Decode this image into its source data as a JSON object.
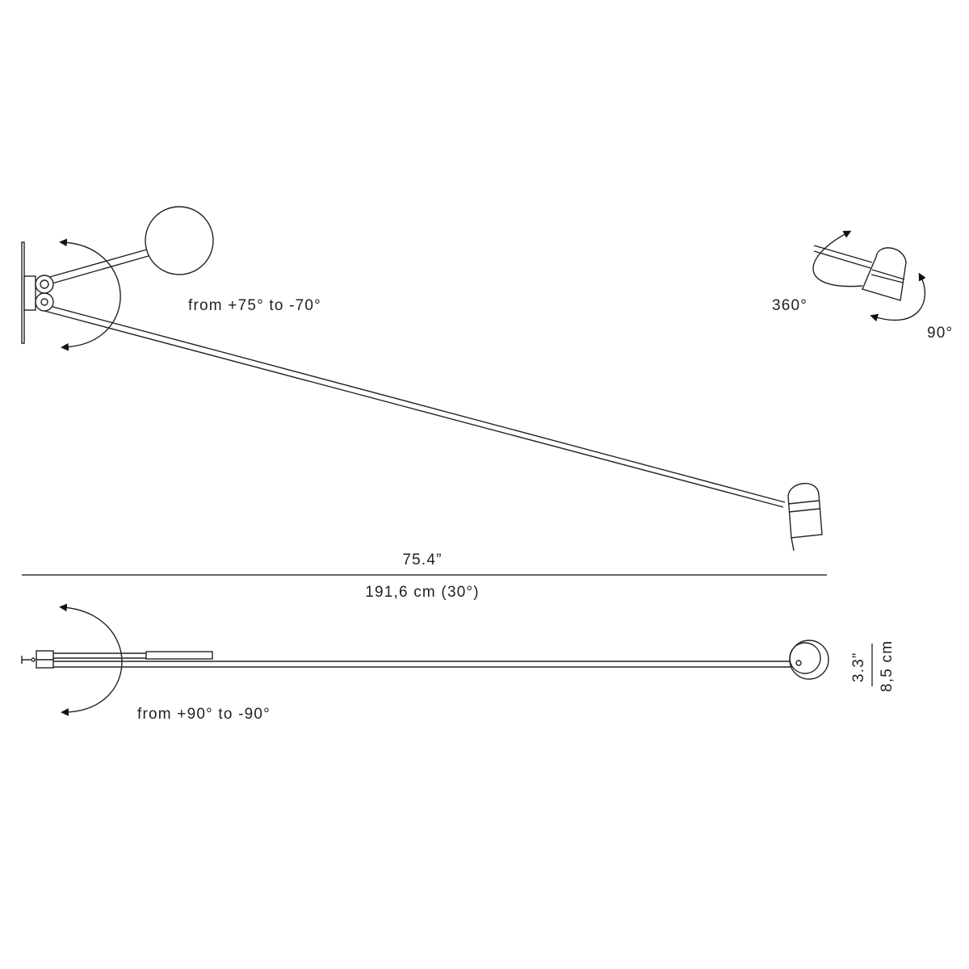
{
  "colors": {
    "line": "#222222",
    "background": "#ffffff"
  },
  "top_view": {
    "arm_rotation_label": "from +75° to -70°",
    "head_rotation_label": "360°",
    "head_tilt_label": "90°"
  },
  "dimensions": {
    "length_in": "75.4”",
    "length_cm": "191,6 cm (30°)",
    "head_in": "3.3”",
    "head_cm": "8,5 cm"
  },
  "side_view": {
    "arm_rotation_label": "from +90° to -90°"
  }
}
